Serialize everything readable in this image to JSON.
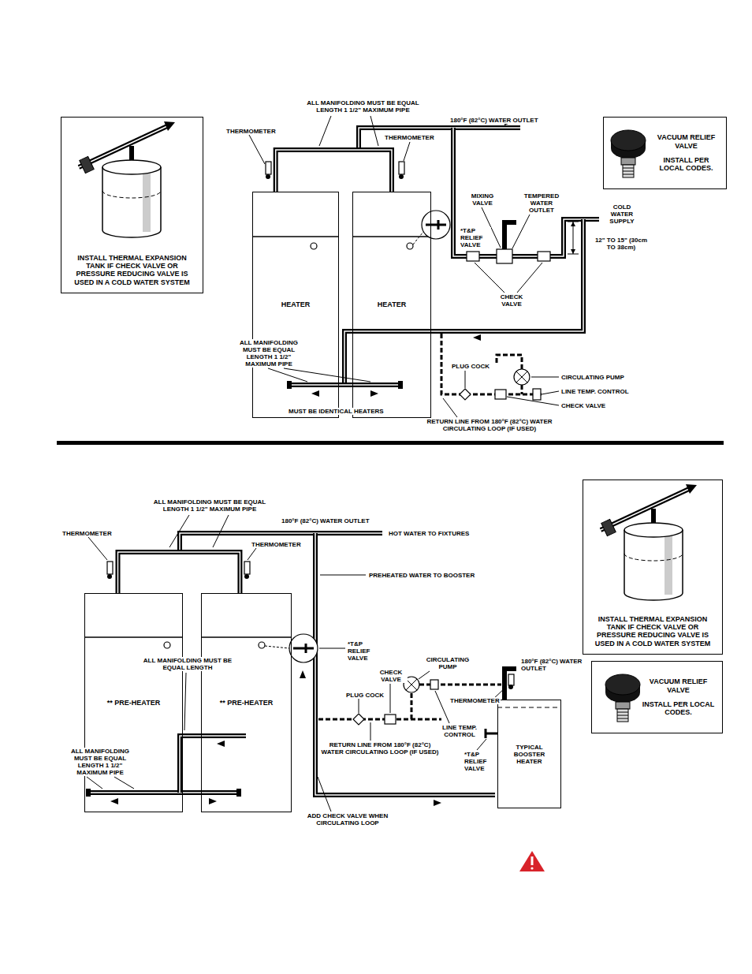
{
  "diagram": {
    "nodes": [
      {
        "text": [
          "INSTALL THERMAL EXPANSION TANK IF CHECK VALVE OR PRESSURE REDUCING VALVE IS USED IN A COLD WATER SYSTEM"
        ]
      },
      {
        "text": [
          "VACUUM RELIEF VALVE",
          "INSTALL PER LOCAL CODES."
        ]
      },
      {
        "text": [
          "HEATER"
        ]
      },
      {
        "text": [
          "HEATER"
        ]
      },
      {
        "text": [
          "** PRE-HEATER"
        ]
      },
      {
        "text": [
          "** PRE-HEATER"
        ]
      },
      {
        "text": [
          "TYPICAL BOOSTER HEATER"
        ]
      },
      {
        "text": [
          "INSTALL THERMAL EXPANSION TANK IF CHECK VALVE OR PRESSURE REDUCING VALVE IS USED IN A COLD WATER SYSTEM"
        ]
      },
      {
        "text": [
          "VACUUM RELIEF VALVE",
          "INSTALL PER LOCAL CODES."
        ]
      }
    ],
    "edges": [
      {
        "from": 2,
        "to": 3,
        "arrow": "none"
      },
      {
        "from": 4,
        "to": 5,
        "arrow": "none"
      }
    ],
    "labels": [
      "ALL MANIFOLDING MUST BE EQUAL LENGTH 1 1/2\" MAXIMUM PIPE",
      "180°F (82°C) WATER OUTLET",
      "THERMOMETER",
      "THERMOMETER",
      "MIXING VALVE",
      "TEMPERED WATER OUTLET",
      "COLD WATER SUPPLY",
      "*T&P RELIEF VALVE",
      "12\" TO 15\" (30cm TO 38cm)",
      "CHECK VALVE",
      "ALL MANIFOLDING MUST BE EQUAL LENGTH 1 1/2\" MAXIMUM PIPE",
      "MUST BE IDENTICAL HEATERS",
      "PLUG COCK",
      "CIRCULATING PUMP",
      "LINE TEMP. CONTROL",
      "CHECK VALVE",
      "RETURN LINE FROM 180°F (82°C) WATER CIRCULATING LOOP (IF USED)",
      "ALL MANIFOLDING MUST BE EQUAL LENGTH 1 1/2\" MAXIMUM PIPE",
      "THERMOMETER",
      "180°F (82°C) WATER OUTLET",
      "THERMOMETER",
      "HOT WATER TO FIXTURES",
      "PREHEATED WATER TO BOOSTER",
      "*T&P RELIEF VALVE",
      "ALL MANIFOLDING MUST BE EQUAL LENGTH",
      "CHECK VALVE",
      "CIRCULATING PUMP",
      "180°F (82°C) WATER OUTLET",
      "PLUG COCK",
      "THERMOMETER",
      "LINE TEMP. CONTROL",
      "*T&P RELIEF VALVE",
      "RETURN LINE FROM 180°F (82°C) WATER CIRCULATING LOOP (IF USED)",
      "ALL MANIFOLDING MUST BE EQUAL LENGTH 1 1/2\" MAXIMUM PIPE",
      "ADD CHECK VALVE WHEN CIRCULATING LOOP"
    ]
  }
}
